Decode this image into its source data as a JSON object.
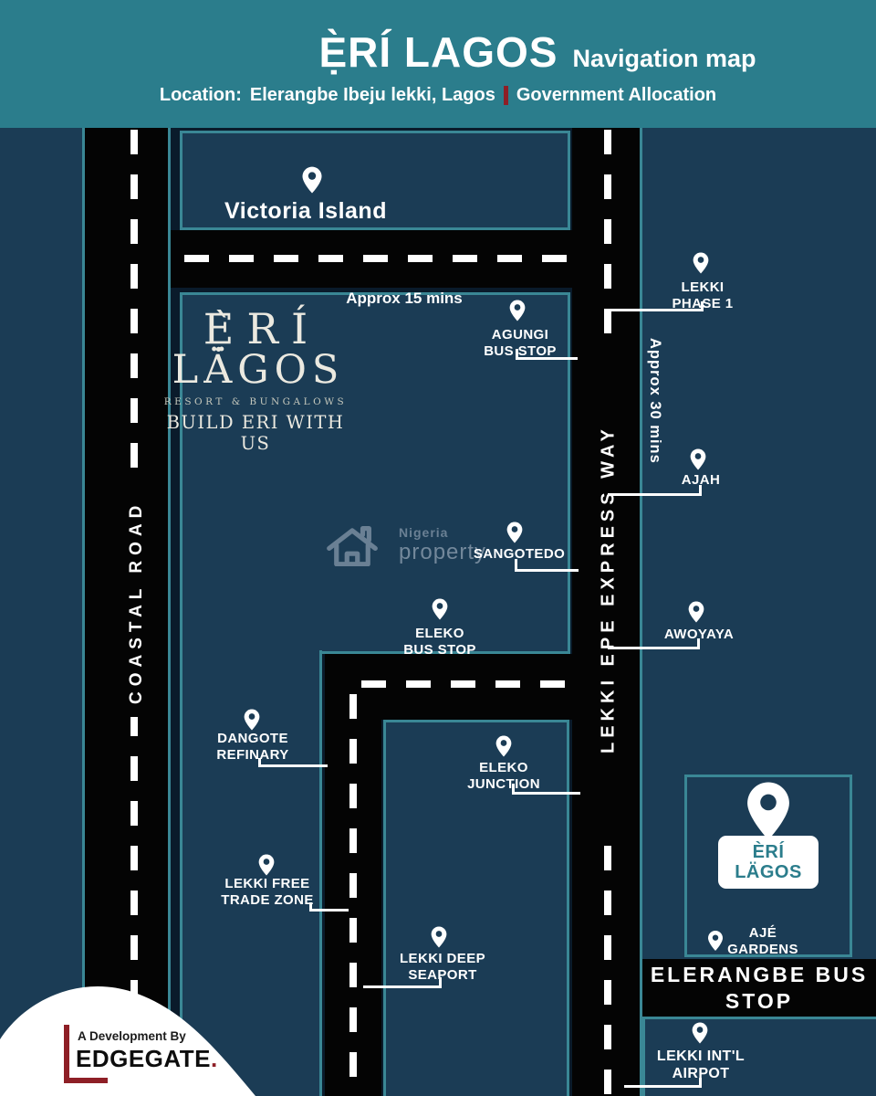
{
  "header": {
    "title": "Ẹ̀RÍ LAGOS",
    "subtitle": "Navigation map",
    "location_label": "Location:",
    "location_value": "Elerangbe Ibeju lekki, Lagos",
    "allocation": "Government Allocation"
  },
  "logo": {
    "line1": "Ẹ̀RÍ",
    "line2": "LÄGOS",
    "tagline": "RESORT & BUNGALOWS",
    "slogan": "BUILD ERI WITH US"
  },
  "watermark": {
    "line1": "Nigeria",
    "line2": "property"
  },
  "roads": {
    "coastal": "COASTAL ROAD",
    "expressway": "LEKKI EPE EXPRESS WAY"
  },
  "times": {
    "to_victoria_island": "Approx 15 mins",
    "to_lekki": "Approx 30 mins"
  },
  "pins": {
    "victoria_island": {
      "label": "Victoria Island"
    },
    "agungi": {
      "line1": "AGUNGI",
      "line2": "BUS STOP"
    },
    "lekki_phase1": {
      "line1": "LEKKI",
      "line2": "PHASE 1"
    },
    "ajah": {
      "label": "AJAH"
    },
    "sangotedo": {
      "label": "SANGOTEDO"
    },
    "eleko_bus_stop": {
      "line1": "ELEKO",
      "line2": "BUS STOP"
    },
    "awoyaya": {
      "label": "AWOYAYA"
    },
    "dangote_refinary": {
      "line1": "DANGOTE",
      "line2": "REFINARY"
    },
    "eleko_junction": {
      "line1": "ELEKO",
      "line2": "JUNCTION"
    },
    "lekki_free_trade_zone": {
      "line1": "LEKKI FREE",
      "line2": "TRADE ZONE"
    },
    "lekki_deep_seaport": {
      "line1": "LEKKI DEEP",
      "line2": "SEAPORT"
    },
    "aje_gardens": {
      "line1": "AJÉ",
      "line2": "GARDENS"
    },
    "lekki_airport": {
      "line1": "LEKKI INT'L",
      "line2": "AIRPOT"
    }
  },
  "destination": {
    "line1": "ÈRÍ",
    "line2": "LÄGOS"
  },
  "elerangbe": {
    "line1": "ELERANGBE BUS",
    "line2": "STOP"
  },
  "developer": {
    "prefix": "A Development By",
    "name": "EDGEGATE",
    "dot": "."
  },
  "colors": {
    "header_teal": "#2b7d8c",
    "map_background": "#0a1b2b",
    "block_fill": "#1b3c55",
    "border_teal": "#3a8795",
    "road_black": "#040404",
    "accent_red": "#8e1f26",
    "destination_text": "#2b7d8c"
  }
}
